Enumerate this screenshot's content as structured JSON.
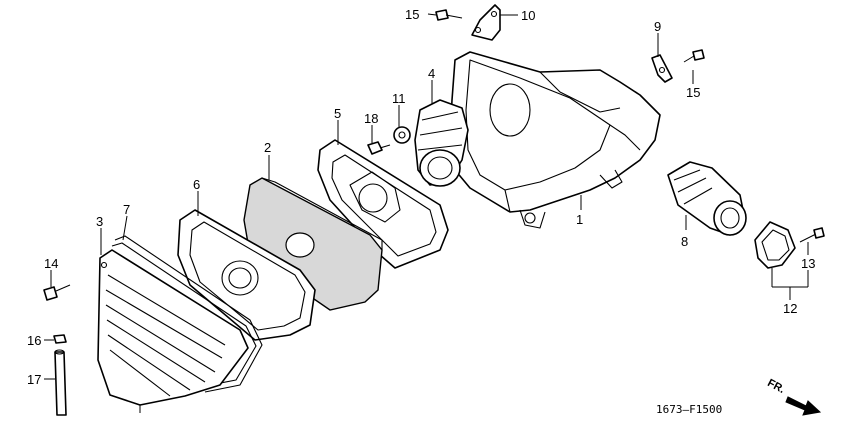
{
  "diagram": {
    "drawing_code": "1673–F1500",
    "direction_mark": "FR.",
    "callouts": {
      "c1": "1",
      "c2": "2",
      "c3": "3",
      "c4": "4",
      "c5": "5",
      "c6": "6",
      "c7": "7",
      "c8": "8",
      "c9": "9",
      "c10": "10",
      "c11": "11",
      "c12": "12",
      "c13": "13",
      "c14": "14",
      "c15a": "15",
      "c15b": "15",
      "c16": "16",
      "c17": "17",
      "c18": "18"
    },
    "colors": {
      "line": "#000000",
      "background": "#ffffff",
      "shade": "#d8d8d8"
    }
  }
}
